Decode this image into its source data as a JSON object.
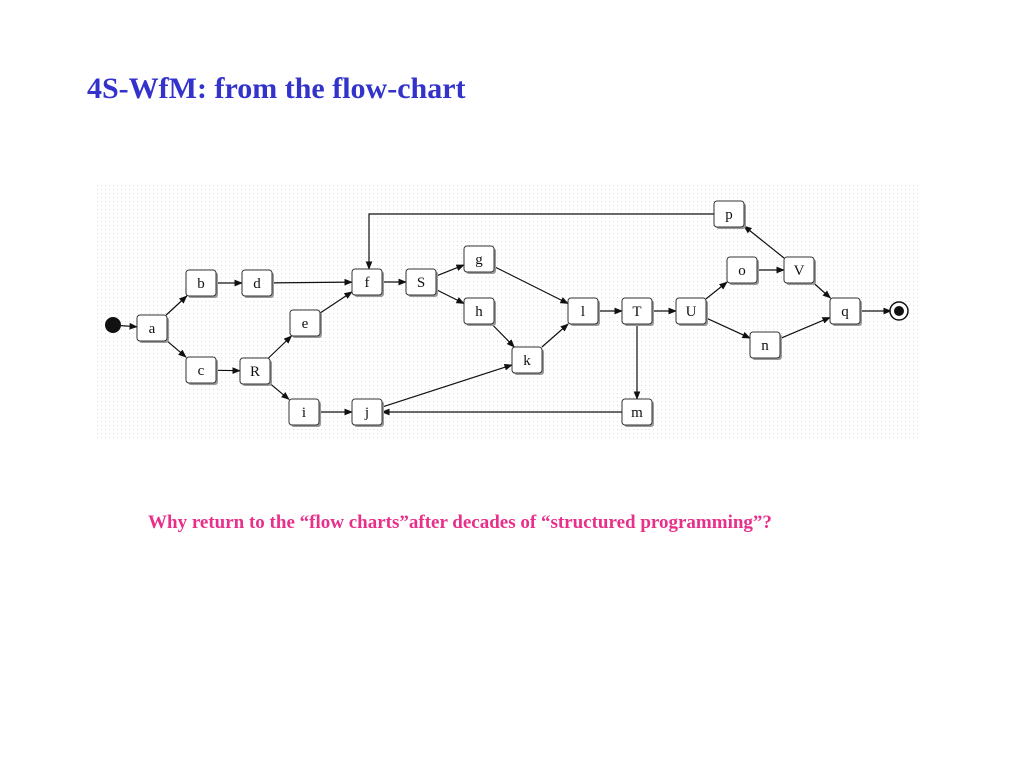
{
  "slide": {
    "title": "4S-WfM: from the flow-chart",
    "caption": "Why return to the “flow charts”after decades of “structured programming”?"
  },
  "diagram": {
    "start_marker": "filled-circle",
    "end_marker": "circle-with-dot",
    "nodes": [
      {
        "id": "a",
        "label": "a"
      },
      {
        "id": "b",
        "label": "b"
      },
      {
        "id": "c",
        "label": "c"
      },
      {
        "id": "d",
        "label": "d"
      },
      {
        "id": "R",
        "label": "R"
      },
      {
        "id": "e",
        "label": "e"
      },
      {
        "id": "i",
        "label": "i"
      },
      {
        "id": "f",
        "label": "f"
      },
      {
        "id": "j",
        "label": "j"
      },
      {
        "id": "S",
        "label": "S"
      },
      {
        "id": "g",
        "label": "g"
      },
      {
        "id": "h",
        "label": "h"
      },
      {
        "id": "k",
        "label": "k"
      },
      {
        "id": "l",
        "label": "l"
      },
      {
        "id": "T",
        "label": "T"
      },
      {
        "id": "m",
        "label": "m"
      },
      {
        "id": "U",
        "label": "U"
      },
      {
        "id": "o",
        "label": "o"
      },
      {
        "id": "n",
        "label": "n"
      },
      {
        "id": "V",
        "label": "V"
      },
      {
        "id": "p",
        "label": "p"
      },
      {
        "id": "q",
        "label": "q"
      }
    ],
    "edges": [
      {
        "from": "start",
        "to": "a"
      },
      {
        "from": "a",
        "to": "b"
      },
      {
        "from": "a",
        "to": "c"
      },
      {
        "from": "b",
        "to": "d"
      },
      {
        "from": "d",
        "to": "f"
      },
      {
        "from": "c",
        "to": "R"
      },
      {
        "from": "R",
        "to": "e"
      },
      {
        "from": "R",
        "to": "i"
      },
      {
        "from": "e",
        "to": "f"
      },
      {
        "from": "i",
        "to": "j"
      },
      {
        "from": "j",
        "to": "k"
      },
      {
        "from": "f",
        "to": "S"
      },
      {
        "from": "S",
        "to": "g"
      },
      {
        "from": "S",
        "to": "h"
      },
      {
        "from": "g",
        "to": "l"
      },
      {
        "from": "h",
        "to": "k"
      },
      {
        "from": "k",
        "to": "l"
      },
      {
        "from": "l",
        "to": "T"
      },
      {
        "from": "T",
        "to": "U"
      },
      {
        "from": "T",
        "to": "m"
      },
      {
        "from": "m",
        "to": "j"
      },
      {
        "from": "U",
        "to": "o"
      },
      {
        "from": "U",
        "to": "n"
      },
      {
        "from": "o",
        "to": "V"
      },
      {
        "from": "V",
        "to": "p"
      },
      {
        "from": "V",
        "to": "q"
      },
      {
        "from": "n",
        "to": "q"
      },
      {
        "from": "p",
        "to": "f"
      },
      {
        "from": "q",
        "to": "end"
      }
    ]
  }
}
